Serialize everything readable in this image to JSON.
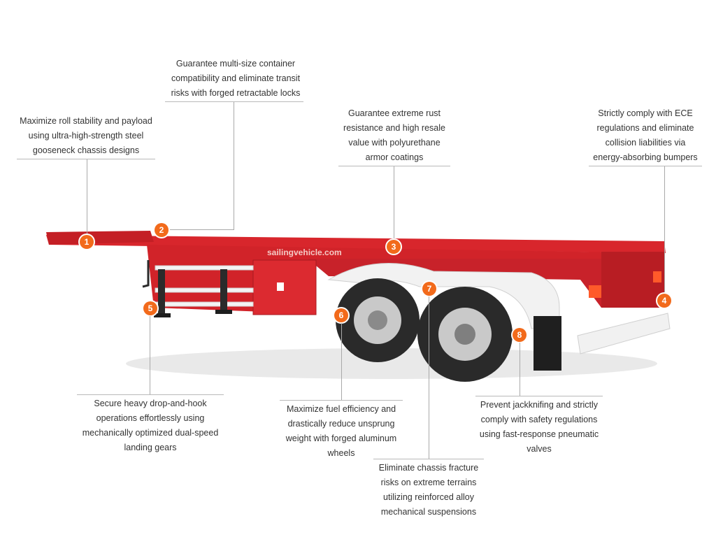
{
  "brand": {
    "watermark": "sailingvehicle.com"
  },
  "colors": {
    "accent": "#f26a1b",
    "frame": "#d8262c",
    "tire": "#2a2a2a",
    "fender": "#f2f2f2"
  },
  "callouts": [
    {
      "id": 1,
      "number": "1",
      "text_lines": [
        "Maximize roll stability and payload",
        "using ultra-high-strength steel",
        "gooseneck chassis designs"
      ]
    },
    {
      "id": 2,
      "number": "2",
      "text_lines": [
        "Guarantee multi-size container",
        "compatibility and eliminate transit",
        "risks with forged retractable locks"
      ]
    },
    {
      "id": 3,
      "number": "3",
      "text_lines": [
        "Guarantee extreme rust",
        "resistance and high resale",
        "value with polyurethane",
        "armor coatings"
      ]
    },
    {
      "id": 4,
      "number": "4",
      "text_lines": [
        "Strictly comply with ECE",
        "regulations and eliminate",
        "collision liabilities via",
        "energy-absorbing bumpers"
      ]
    },
    {
      "id": 5,
      "number": "5",
      "text_lines": [
        "Secure heavy drop-and-hook",
        "operations effortlessly using",
        "mechanically optimized dual-speed",
        "landing gears"
      ]
    },
    {
      "id": 6,
      "number": "6",
      "text_lines": [
        "Maximize fuel efficiency and",
        "drastically reduce unsprung",
        "weight with forged aluminum",
        "wheels"
      ]
    },
    {
      "id": 7,
      "number": "7",
      "text_lines": [
        "Eliminate chassis fracture",
        "risks on extreme terrains",
        "utilizing reinforced alloy",
        "mechanical suspensions"
      ]
    },
    {
      "id": 8,
      "number": "8",
      "text_lines": [
        "Prevent jackknifing and strictly",
        "comply with safety regulations",
        "using fast-response pneumatic",
        "valves"
      ]
    }
  ]
}
